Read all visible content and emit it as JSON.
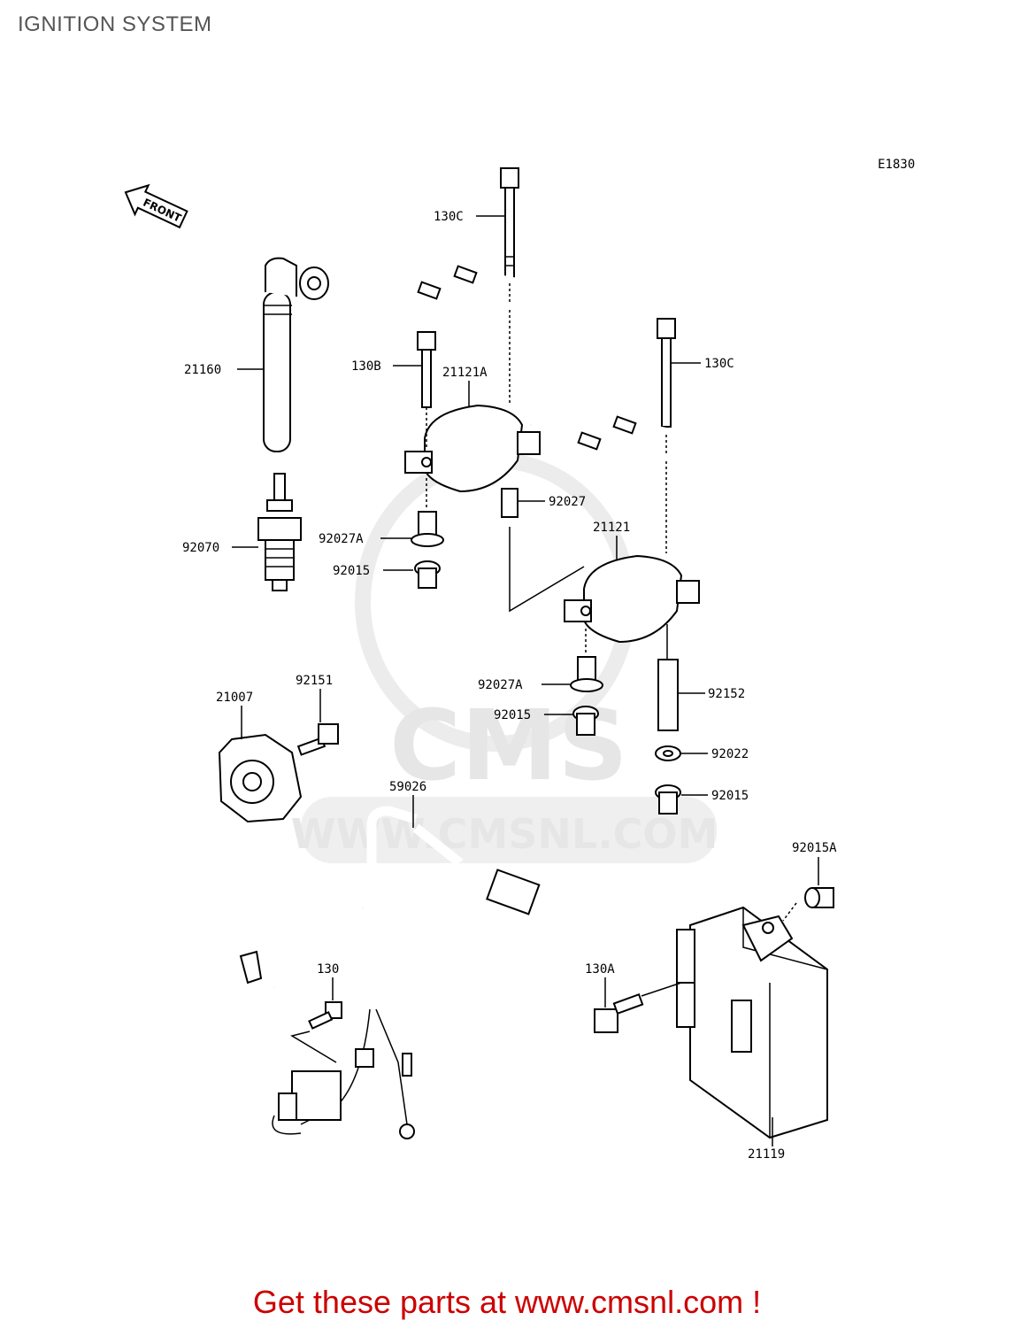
{
  "page": {
    "title": "IGNITION SYSTEM",
    "footer": "Get these parts at www.cmsnl.com !",
    "diagram_code": "E1830",
    "front_marker": "FRONT"
  },
  "watermark": {
    "logo": "CMS",
    "url": "WWW.CMSNL.COM"
  },
  "part_labels": {
    "p130C_top": "130C",
    "p21160": "21160",
    "p130B": "130B",
    "p21121A": "21121A",
    "p130C_right": "130C",
    "p92070": "92070",
    "p92027": "92027",
    "p92027A_left": "92027A",
    "p92015_left": "92015",
    "p21121": "21121",
    "p21007": "21007",
    "p92151": "92151",
    "p92027A_right": "92027A",
    "p92152": "92152",
    "p92015_mid": "92015",
    "p92022": "92022",
    "p92015_right": "92015",
    "p59026": "59026",
    "p92015A": "92015A",
    "p130": "130",
    "p130A": "130A",
    "p21119": "21119"
  },
  "colors": {
    "title": "#555555",
    "footer": "#cc0000",
    "watermark": "#e6e6e6",
    "line": "#000000"
  }
}
